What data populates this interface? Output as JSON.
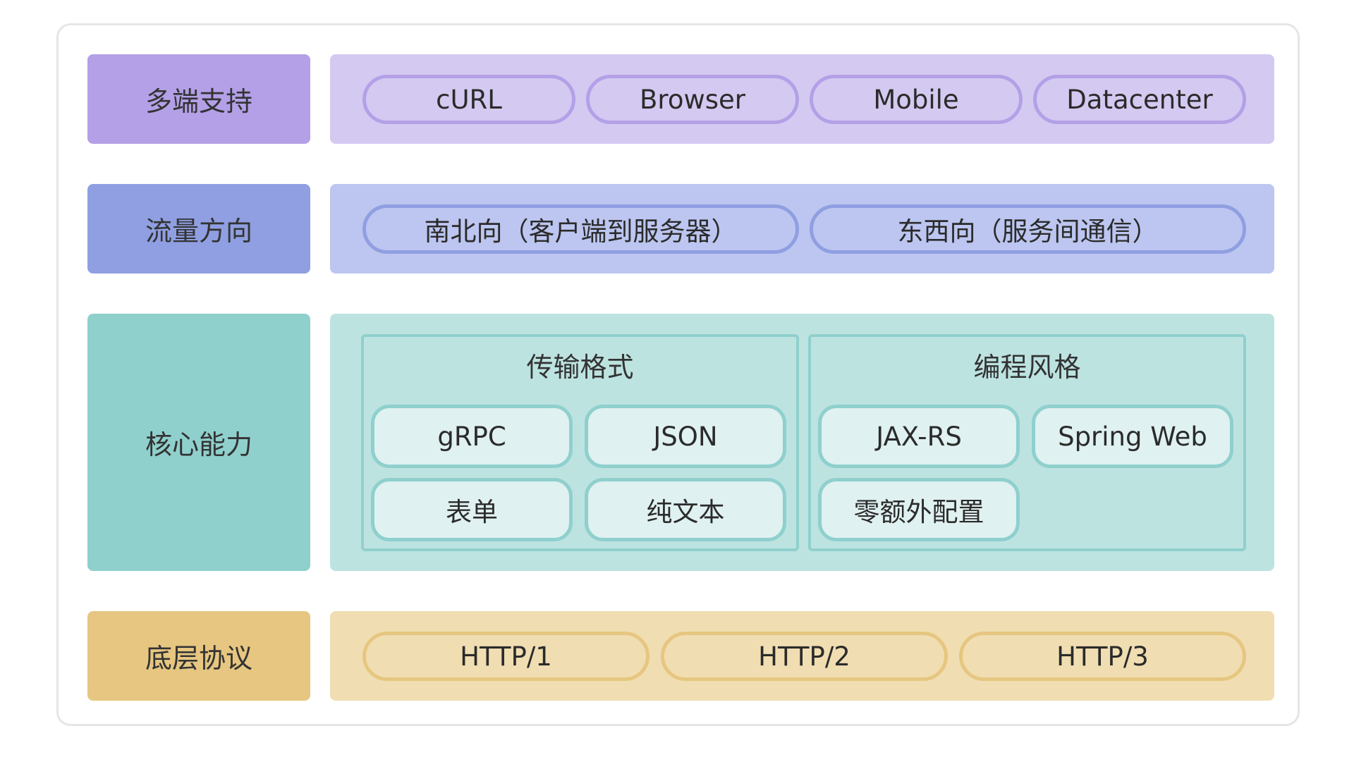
{
  "layers": {
    "clients": {
      "label": "多端支持",
      "items": [
        "cURL",
        "Browser",
        "Mobile",
        "Datacenter"
      ]
    },
    "traffic": {
      "label": "流量方向",
      "items": [
        "南北向（客户端到服务器）",
        "东西向（服务间通信）"
      ]
    },
    "core": {
      "label": "核心能力",
      "groups": [
        {
          "title": "传输格式",
          "items": [
            "gRPC",
            "JSON",
            "表单",
            "纯文本"
          ]
        },
        {
          "title": "编程风格",
          "items": [
            "JAX-RS",
            "Spring Web",
            "零额外配置"
          ]
        }
      ]
    },
    "protocol": {
      "label": "底层协议",
      "items": [
        "HTTP/1",
        "HTTP/2",
        "HTTP/3"
      ]
    }
  },
  "colors": {
    "clients_dark": "#b3a0e7",
    "clients_light": "#d4c9f1",
    "traffic_dark": "#8f9fe1",
    "traffic_light": "#bcc6f0",
    "core_dark": "#8fd0cd",
    "core_light": "#bde3e1",
    "protocol_dark": "#e6c680",
    "protocol_light": "#f0deb2"
  }
}
